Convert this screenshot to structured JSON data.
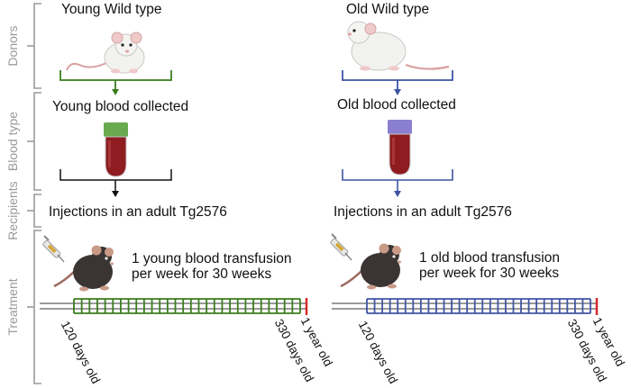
{
  "rows": {
    "donors": "Donors",
    "blood_type": "Blood type",
    "recipients": "Recipients",
    "treatment": "Treatment"
  },
  "left": {
    "donor": "Young Wild type",
    "collected": "Young blood collected",
    "injection": "Injections in an adult Tg2576",
    "transfusion_line1": "1 young blood transfusion",
    "transfusion_line2": "per week for 30 weeks",
    "start_label": "120 days old",
    "end_label": "330 days old",
    "final_label": "1 year old",
    "tick_count": 30
  },
  "right": {
    "donor": "Old Wild type",
    "collected": "Old blood collected",
    "injection": "Injections in an adult Tg2576",
    "transfusion_line1": "1 old blood transfusion",
    "transfusion_line2": "per week for 30 weeks",
    "start_label": "120 days old",
    "end_label": "330 days old",
    "final_label": "1 year old",
    "tick_count": 30
  },
  "colors": {
    "young": "#3a7d1e",
    "old": "#3f54a3",
    "young_cap": "#6aaa4f",
    "old_cap": "#8b7fd0",
    "blood": "#8e1c20",
    "end_marker": "#d8282b",
    "axis": "#9a9a9a"
  }
}
